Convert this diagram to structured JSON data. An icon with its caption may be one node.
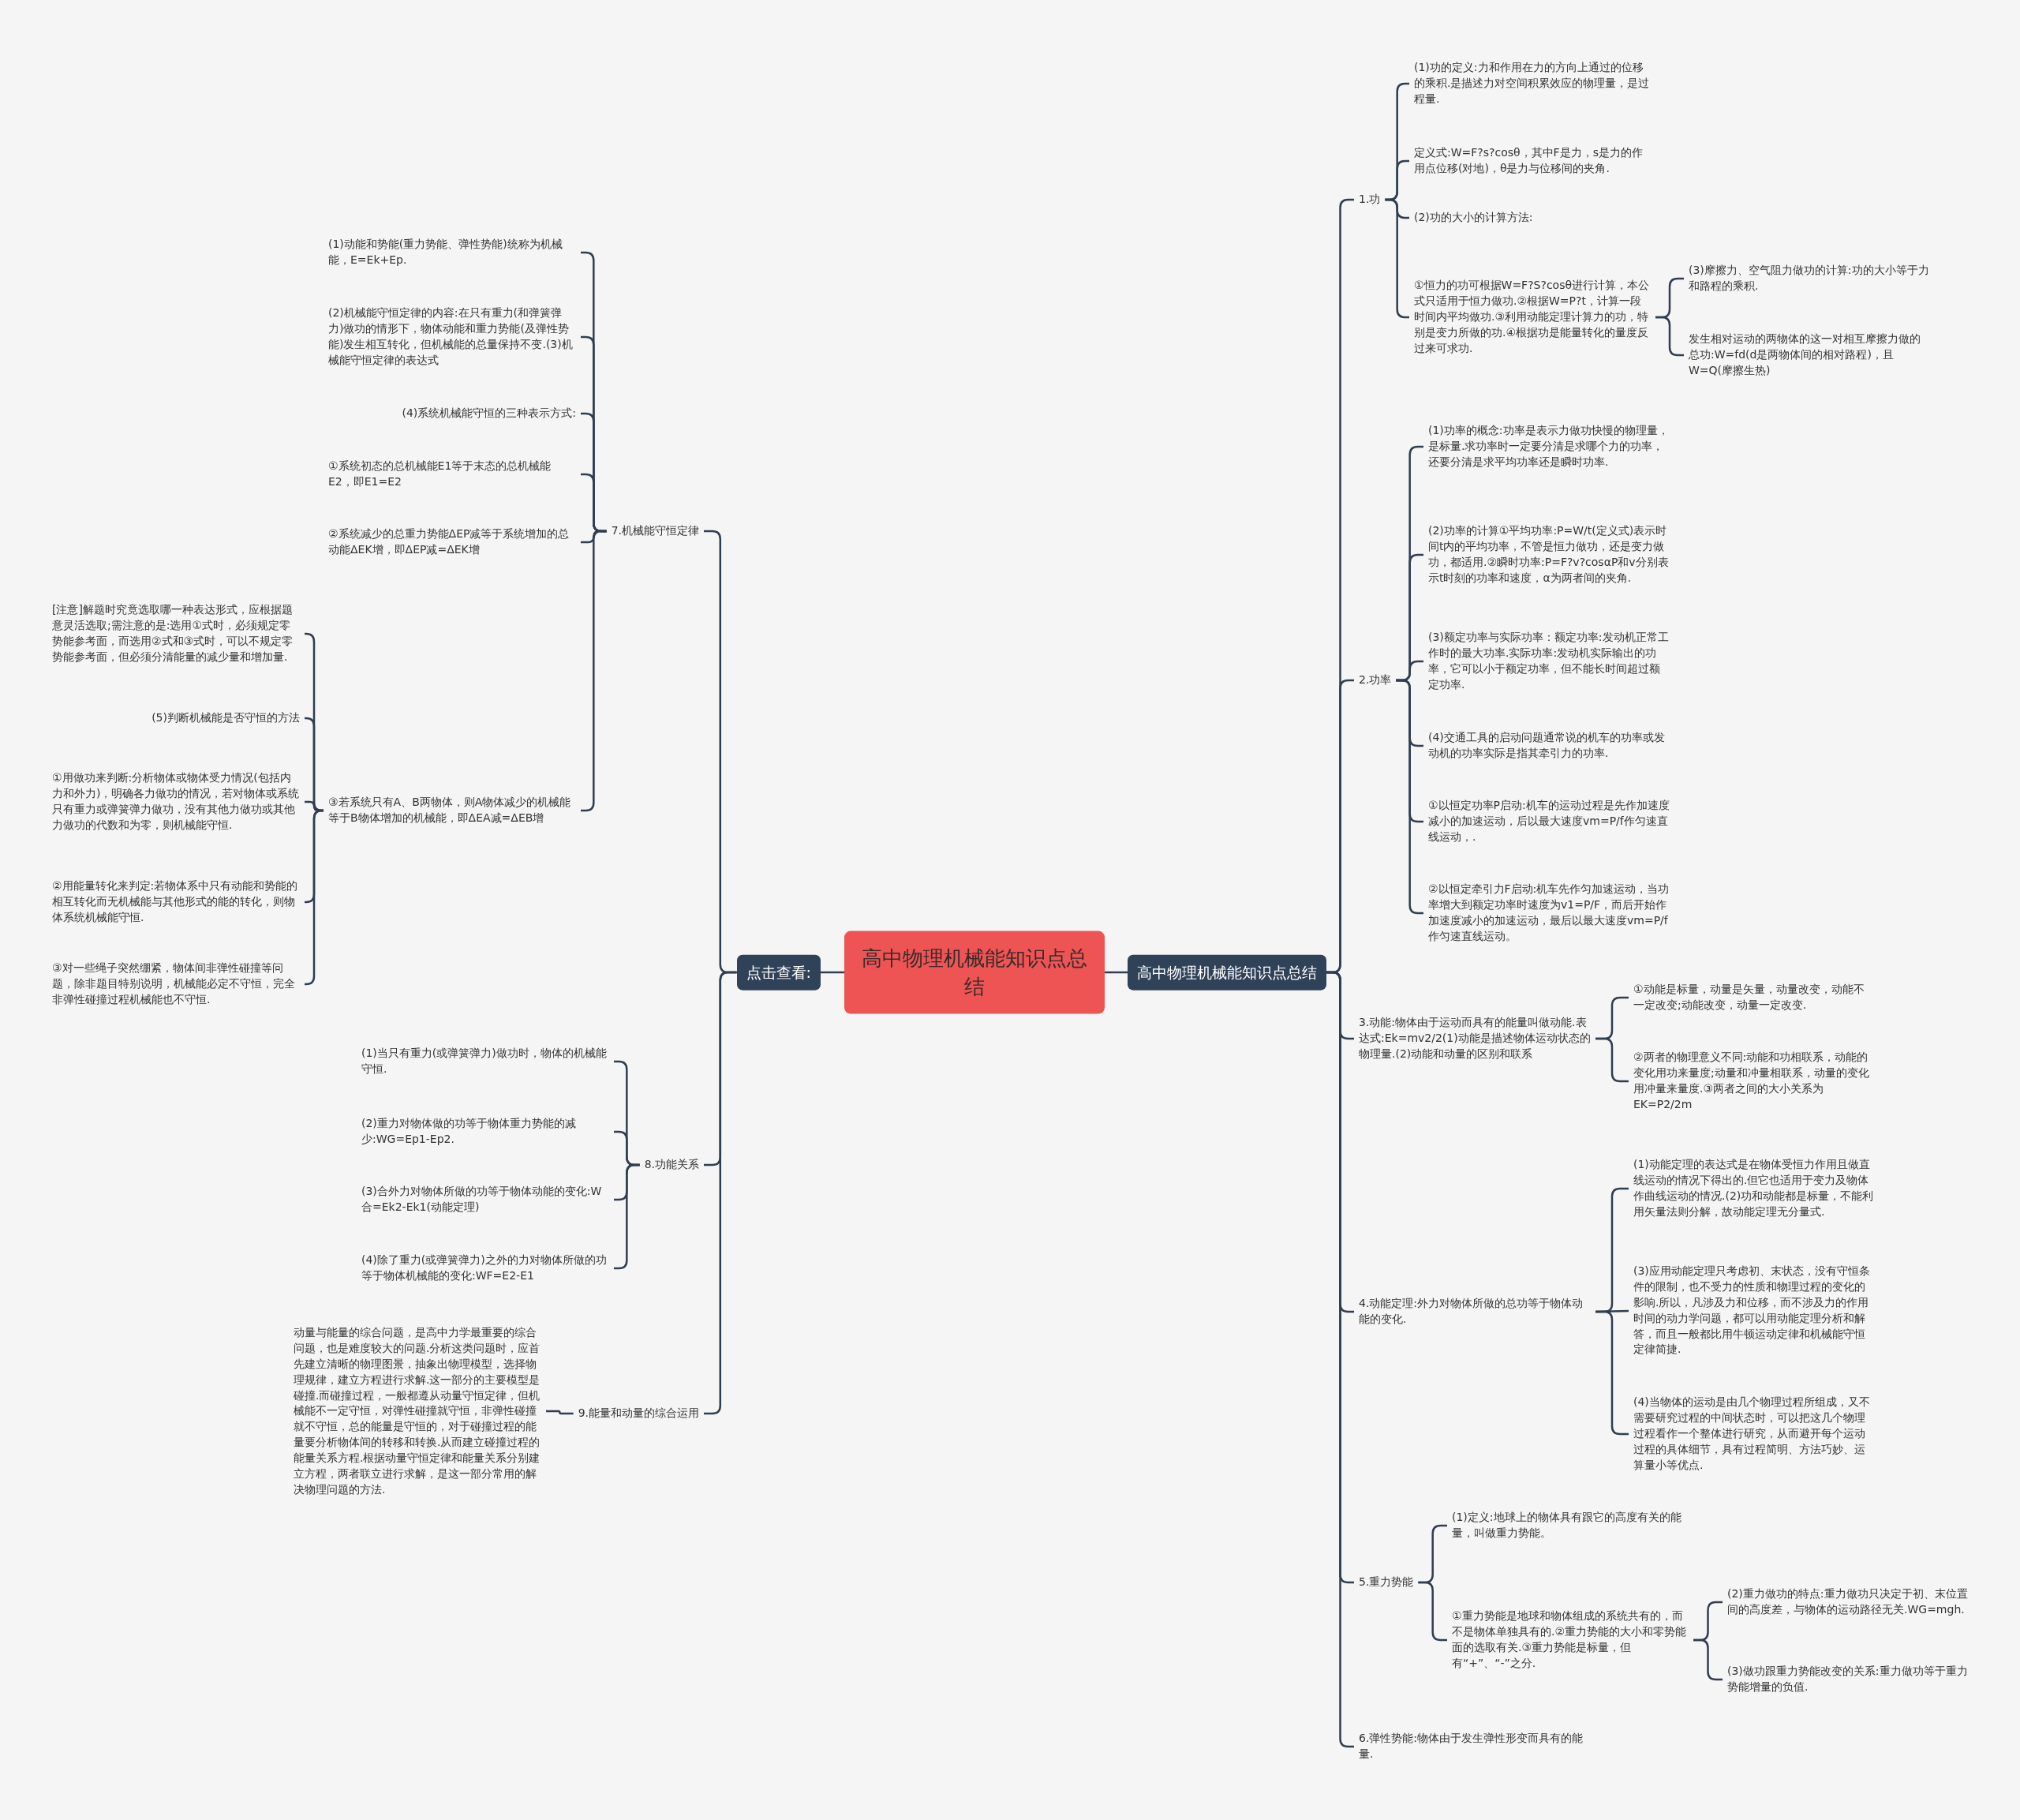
{
  "diagram": {
    "nodes": [
      {
        "text": [
          "高中物理机械能知识点总结"
        ]
      },
      {
        "text": [
          "高中物理机械能知识点总结"
        ]
      },
      {
        "text": [
          "点击查看:"
        ]
      },
      {
        "text": [
          "1.功"
        ]
      },
      {
        "text": [
          "(1)功的定义:力和作用在力的方向上通过的位移的乘积.是描述力对空间积累效应的物理量，是过程量."
        ]
      },
      {
        "text": [
          "定义式:W=F?s?cosθ，其中F是力，s是力的作用点位移(对地)，θ是力与位移间的夹角."
        ]
      },
      {
        "text": [
          "(2)功的大小的计算方法:"
        ]
      },
      {
        "text": [
          "①恒力的功可根据W=F?S?cosθ进行计算，本公式只适用于恒力做功.②根据W=P?t，计算一段时间内平均做功.③利用动能定理计算力的功，特别是变力所做的功.④根据功是能量转化的量度反过来可求功."
        ]
      },
      {
        "text": [
          "(3)摩擦力、空气阻力做功的计算:功的大小等于力和路程的乘积."
        ]
      },
      {
        "text": [
          "发生相对运动的两物体的这一对相互摩擦力做的总功:W=fd(d是两物体间的相对路程)，且W=Q(摩擦生热)"
        ]
      },
      {
        "text": [
          "2.功率"
        ]
      },
      {
        "text": [
          "(1)功率的概念:功率是表示力做功快慢的物理量，是标量.求功率时一定要分清是求哪个力的功率，还要分清是求平均功率还是瞬时功率."
        ]
      },
      {
        "text": [
          "(2)功率的计算①平均功率:P=W/t(定义式)表示时间t内的平均功率，不管是恒力做功，还是变力做功，都适用.②瞬时功率:P=F?v?cosαP和v分别表示t时刻的功率和速度，α为两者间的夹角."
        ]
      },
      {
        "text": [
          "(3)额定功率与实际功率：额定功率:发动机正常工作时的最大功率.实际功率:发动机实际输出的功率，它可以小于额定功率，但不能长时间超过额定功率."
        ]
      },
      {
        "text": [
          "(4)交通工具的启动问题通常说的机车的功率或发动机的功率实际是指其牵引力的功率."
        ]
      },
      {
        "text": [
          "①以恒定功率P启动:机车的运动过程是先作加速度减小的加速运动，后以最大速度vm=P/f作匀速直线运动，."
        ]
      },
      {
        "text": [
          "②以恒定牵引力F启动:机车先作匀加速运动，当功率增大到额定功率时速度为v1=P/F，而后开始作加速度减小的加速运动，最后以最大速度vm=P/f作匀速直线运动。"
        ]
      },
      {
        "text": [
          "3.动能:物体由于运动而具有的能量叫做动能.表达式:Ek=mv2/2(1)动能是描述物体运动状态的物理量.(2)动能和动量的区别和联系"
        ]
      },
      {
        "text": [
          "①动能是标量，动量是矢量，动量改变，动能不一定改变;动能改变，动量一定改变."
        ]
      },
      {
        "text": [
          "②两者的物理意义不同:动能和功相联系，动能的变化用功来量度;动量和冲量相联系，动量的变化用冲量来量度.③两者之间的大小关系为EK=P2/2m"
        ]
      },
      {
        "text": [
          "4.动能定理:外力对物体所做的总功等于物体动能的变化."
        ]
      },
      {
        "text": [
          "(1)动能定理的表达式是在物体受恒力作用且做直线运动的情况下得出的.但它也适用于变力及物体作曲线运动的情况.(2)功和动能都是标量，不能利用矢量法则分解，故动能定理无分量式."
        ]
      },
      {
        "text": [
          "(3)应用动能定理只考虑初、末状态，没有守恒条件的限制，也不受力的性质和物理过程的变化的影响.所以，凡涉及力和位移，而不涉及力的作用时间的动力学问题，都可以用动能定理分析和解答，而且一般都比用牛顿运动定律和机械能守恒定律简捷."
        ]
      },
      {
        "text": [
          "(4)当物体的运动是由几个物理过程所组成，又不需要研究过程的中间状态时，可以把这几个物理过程看作一个整体进行研究，从而避开每个运动过程的具体细节，具有过程简明、方法巧妙、运算量小等优点."
        ]
      },
      {
        "text": [
          "5.重力势能"
        ]
      },
      {
        "text": [
          "(1)定义:地球上的物体具有跟它的高度有关的能量，叫做重力势能。"
        ]
      },
      {
        "text": [
          "①重力势能是地球和物体组成的系统共有的，而不是物体单独具有的.②重力势能的大小和零势能面的选取有关.③重力势能是标量，但有“+”、“-”之分."
        ]
      },
      {
        "text": [
          "(2)重力做功的特点:重力做功只决定于初、末位置间的高度差，与物体的运动路径无关.WG=mgh."
        ]
      },
      {
        "text": [
          "(3)做功跟重力势能改变的关系:重力做功等于重力势能增量的负值."
        ]
      },
      {
        "text": [
          "6.弹性势能:物体由于发生弹性形变而具有的能量."
        ]
      },
      {
        "text": [
          "7.机械能守恒定律"
        ]
      },
      {
        "text": [
          "(1)动能和势能(重力势能、弹性势能)统称为机械能，E=Ek+Ep."
        ]
      },
      {
        "text": [
          "(2)机械能守恒定律的内容:在只有重力(和弹簧弹力)做功的情形下，物体动能和重力势能(及弹性势能)发生相互转化，但机械能的总量保持不变.(3)机械能守恒定律的表达式"
        ]
      },
      {
        "text": [
          "(4)系统机械能守恒的三种表示方式:"
        ]
      },
      {
        "text": [
          "①系统初态的总机械能E1等于末态的总机械能E2，即E1=E2"
        ]
      },
      {
        "text": [
          "②系统减少的总重力势能ΔEP减等于系统增加的总动能ΔEK增，即ΔEP减=ΔEK增"
        ]
      },
      {
        "text": [
          "③若系统只有A、B两物体，则A物体减少的机械能等于B物体增加的机械能，即ΔEA减=ΔEB增"
        ]
      },
      {
        "text": [
          "[注意]解题时究竟选取哪一种表达形式，应根据题意灵活选取;需注意的是:选用①式时，必须规定零势能参考面，而选用②式和③式时，可以不规定零势能参考面，但必须分清能量的减少量和增加量."
        ]
      },
      {
        "text": [
          "(5)判断机械能是否守恒的方法"
        ]
      },
      {
        "text": [
          "①用做功来判断:分析物体或物体受力情况(包括内力和外力)，明确各力做功的情况，若对物体或系统只有重力或弹簧弹力做功，没有其他力做功或其他力做功的代数和为零，则机械能守恒."
        ]
      },
      {
        "text": [
          "②用能量转化来判定:若物体系中只有动能和势能的相互转化而无机械能与其他形式的能的转化，则物体系统机械能守恒."
        ]
      },
      {
        "text": [
          "③对一些绳子突然绷紧，物体间非弹性碰撞等问题，除非题目特别说明，机械能必定不守恒，完全非弹性碰撞过程机械能也不守恒."
        ]
      },
      {
        "text": [
          "8.功能关系"
        ]
      },
      {
        "text": [
          "(1)当只有重力(或弹簧弹力)做功时，物体的机械能守恒."
        ]
      },
      {
        "text": [
          "(2)重力对物体做的功等于物体重力势能的减少:WG=Ep1-Ep2."
        ]
      },
      {
        "text": [
          "(3)合外力对物体所做的功等于物体动能的变化:W合=Ek2-Ek1(动能定理)"
        ]
      },
      {
        "text": [
          "(4)除了重力(或弹簧弹力)之外的力对物体所做的功等于物体机械能的变化:WF=E2-E1"
        ]
      },
      {
        "text": [
          "9.能量和动量的综合运用"
        ]
      },
      {
        "text": [
          "动量与能量的综合问题，是高中力学最重要的综合问题，也是难度较大的问题.分析这类问题时，应首先建立清晰的物理图景，抽象出物理模型，选择物理规律，建立方程进行求解.这一部分的主要模型是碰撞.而碰撞过程，一般都遵从动量守恒定律，但机械能不一定守恒，对弹性碰撞就守恒，非弹性碰撞就不守恒，总的能量是守恒的，对于碰撞过程的能量要分析物体间的转移和转换.从而建立碰撞过程的能量关系方程.根据动量守恒定律和能量关系分别建立方程，两者联立进行求解，是这一部分常用的解决物理问题的方法."
        ]
      }
    ],
    "edges": [
      {
        "from": 0,
        "to": 1,
        "arrow": "none"
      },
      {
        "from": 0,
        "to": 2,
        "arrow": "none"
      },
      {
        "from": 1,
        "to": 3,
        "arrow": "none"
      },
      {
        "from": 3,
        "to": 4,
        "arrow": "none"
      },
      {
        "from": 3,
        "to": 5,
        "arrow": "none"
      },
      {
        "from": 3,
        "to": 6,
        "arrow": "none"
      },
      {
        "from": 3,
        "to": 7,
        "arrow": "none"
      },
      {
        "from": 7,
        "to": 8,
        "arrow": "none"
      },
      {
        "from": 7,
        "to": 9,
        "arrow": "none"
      },
      {
        "from": 1,
        "to": 10,
        "arrow": "none"
      },
      {
        "from": 10,
        "to": 11,
        "arrow": "none"
      },
      {
        "from": 10,
        "to": 12,
        "arrow": "none"
      },
      {
        "from": 10,
        "to": 13,
        "arrow": "none"
      },
      {
        "from": 10,
        "to": 14,
        "arrow": "none"
      },
      {
        "from": 10,
        "to": 15,
        "arrow": "none"
      },
      {
        "from": 10,
        "to": 16,
        "arrow": "none"
      },
      {
        "from": 1,
        "to": 17,
        "arrow": "none"
      },
      {
        "from": 17,
        "to": 18,
        "arrow": "none"
      },
      {
        "from": 17,
        "to": 19,
        "arrow": "none"
      },
      {
        "from": 1,
        "to": 20,
        "arrow": "none"
      },
      {
        "from": 20,
        "to": 21,
        "arrow": "none"
      },
      {
        "from": 20,
        "to": 22,
        "arrow": "none"
      },
      {
        "from": 20,
        "to": 23,
        "arrow": "none"
      },
      {
        "from": 1,
        "to": 24,
        "arrow": "none"
      },
      {
        "from": 24,
        "to": 25,
        "arrow": "none"
      },
      {
        "from": 24,
        "to": 26,
        "arrow": "none"
      },
      {
        "from": 26,
        "to": 27,
        "arrow": "none"
      },
      {
        "from": 26,
        "to": 28,
        "arrow": "none"
      },
      {
        "from": 1,
        "to": 29,
        "arrow": "none"
      },
      {
        "from": 2,
        "to": 30,
        "arrow": "none"
      },
      {
        "from": 30,
        "to": 31,
        "arrow": "none"
      },
      {
        "from": 30,
        "to": 32,
        "arrow": "none"
      },
      {
        "from": 30,
        "to": 33,
        "arrow": "none"
      },
      {
        "from": 30,
        "to": 34,
        "arrow": "none"
      },
      {
        "from": 30,
        "to": 35,
        "arrow": "none"
      },
      {
        "from": 30,
        "to": 36,
        "arrow": "none"
      },
      {
        "from": 36,
        "to": 37,
        "arrow": "none"
      },
      {
        "from": 36,
        "to": 38,
        "arrow": "none"
      },
      {
        "from": 36,
        "to": 39,
        "arrow": "none"
      },
      {
        "from": 36,
        "to": 40,
        "arrow": "none"
      },
      {
        "from": 36,
        "to": 41,
        "arrow": "none"
      },
      {
        "from": 2,
        "to": 42,
        "arrow": "none"
      },
      {
        "from": 42,
        "to": 43,
        "arrow": "none"
      },
      {
        "from": 42,
        "to": 44,
        "arrow": "none"
      },
      {
        "from": 42,
        "to": 45,
        "arrow": "none"
      },
      {
        "from": 42,
        "to": 46,
        "arrow": "none"
      },
      {
        "from": 2,
        "to": 47,
        "arrow": "none"
      },
      {
        "from": 47,
        "to": 48,
        "arrow": "none"
      }
    ]
  }
}
